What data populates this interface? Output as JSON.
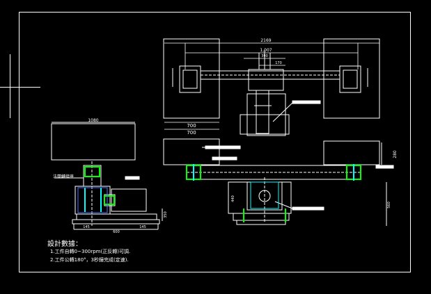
{
  "colors": {
    "background": "#000000",
    "line": "#ffffff",
    "accent_green": "#00ff00",
    "accent_cyan": "#00ffff",
    "accent_blue": "#4a70ff"
  },
  "dimensions": {
    "top_overall": "2169",
    "top_inner": "1,007",
    "top_mid": "390",
    "top_small": "170",
    "left_width": "700",
    "left_width_b": "700",
    "right_height": "280",
    "front_width": "1080",
    "front_left": "145",
    "front_right": "145",
    "front_bottom": "600",
    "front_right_h": "350",
    "side_height": "560",
    "base_height": "440"
  },
  "labels": {
    "flange_label": "法蘭轉接座"
  },
  "design_notes": {
    "heading": "設計數據：",
    "items": [
      "1.工件自轉0~300rpm(正反轉)可調.",
      "2.工件公轉180°，3秒鐘完成(定速)."
    ]
  },
  "icons": {
    "crosshair": "cursor-crosshair-icon"
  }
}
